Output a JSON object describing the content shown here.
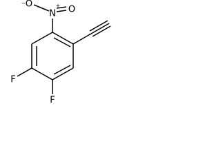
{
  "molecule": {
    "atoms": {
      "nitro_n": "N",
      "nitro_o_top": "O",
      "nitro_o_right": "O",
      "fluoro_upper": "F",
      "fluoro_lower": "F"
    },
    "charges": {
      "nitro_n_charge": "+",
      "nitro_o_top_charge": "−"
    }
  }
}
